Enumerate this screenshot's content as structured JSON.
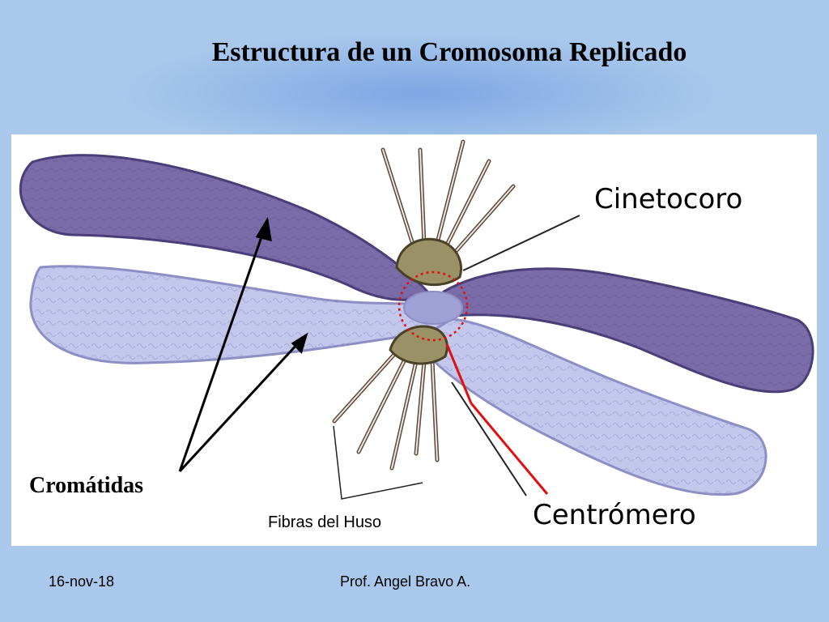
{
  "slide": {
    "title": "Estructura de un Cromosoma  Replicado"
  },
  "diagram": {
    "labels": {
      "kinetochore": "Cinetocoro",
      "chromatids": "Cromátidas",
      "spindle_fibers": "Fibras del Huso",
      "centromere": "Centrómero"
    }
  },
  "footer": {
    "date": "16-nov-18",
    "author": "Prof.  Angel Bravo A."
  },
  "colors": {
    "background": "#a9c8ec",
    "dark_chromatid": "#7a6ca8",
    "light_chromatid": "#c4c7ec",
    "kinetochore_fill": "#9a9266",
    "centromere_marker": "#e01010"
  }
}
